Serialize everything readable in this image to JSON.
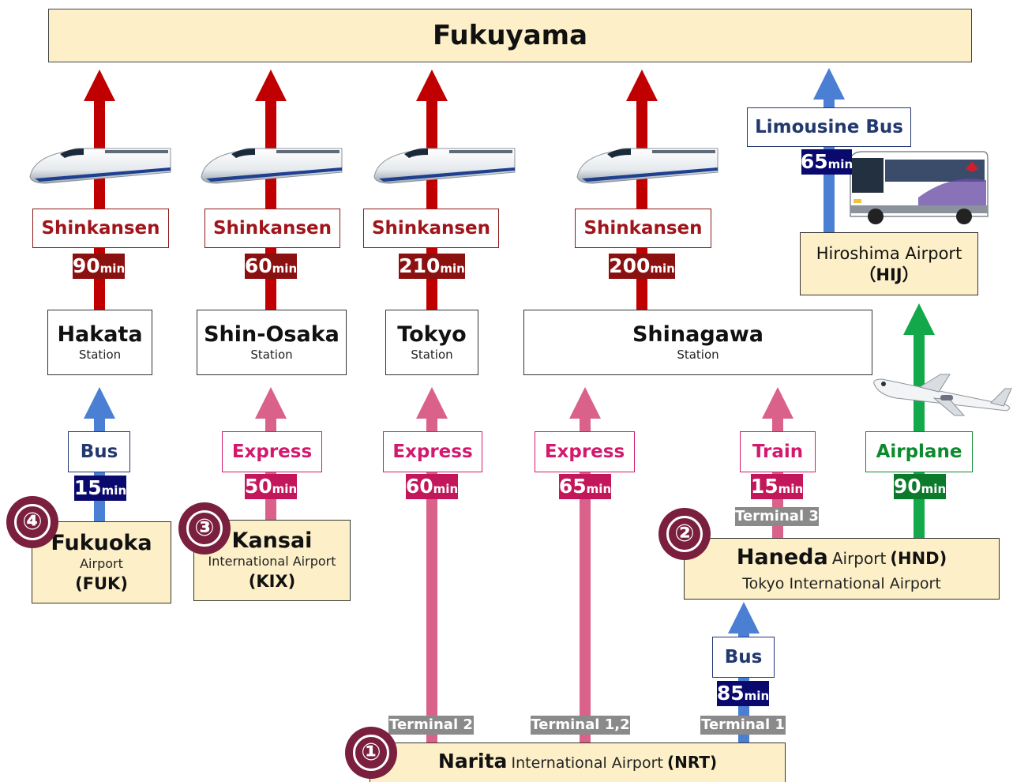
{
  "destination": "Fukuyama",
  "shinkansen_routes": [
    {
      "label": "Shinkansen",
      "time": "90",
      "unit": "min",
      "station": "Hakata",
      "station_sub": "Station"
    },
    {
      "label": "Shinkansen",
      "time": "60",
      "unit": "min",
      "station": "Shin-Osaka",
      "station_sub": "Station"
    },
    {
      "label": "Shinkansen",
      "time": "210",
      "unit": "min",
      "station": "Tokyo",
      "station_sub": "Station"
    },
    {
      "label": "Shinkansen",
      "time": "200",
      "unit": "min",
      "station": "Shinagawa",
      "station_sub": "Station"
    }
  ],
  "limousine": {
    "label": "Limousine Bus",
    "time": "65",
    "unit": "min"
  },
  "hiroshima": {
    "name": "Hiroshima Airport",
    "code": "（HIJ）"
  },
  "connections": [
    {
      "label": "Bus",
      "time": "15",
      "unit": "min"
    },
    {
      "label": "Express",
      "time": "50",
      "unit": "min"
    },
    {
      "label": "Express",
      "time": "60",
      "unit": "min"
    },
    {
      "label": "Express",
      "time": "65",
      "unit": "min"
    },
    {
      "label": "Train",
      "time": "15",
      "unit": "min"
    },
    {
      "label": "Airplane",
      "time": "90",
      "unit": "min"
    },
    {
      "label": "Bus",
      "time": "85",
      "unit": "min"
    }
  ],
  "terminals": {
    "haneda_train": "Terminal 3",
    "narita_t2": "Terminal 2",
    "narita_t12": "Terminal 1,2",
    "narita_t1": "Terminal 1"
  },
  "airports": {
    "fukuoka": {
      "num": "④",
      "name": "Fukuoka",
      "sub": "Airport",
      "code": "(FUK)"
    },
    "kansai": {
      "num": "③",
      "name": "Kansai",
      "sub": "International Airport",
      "code": "(KIX)"
    },
    "haneda": {
      "num": "②",
      "name": "Haneda",
      "sub1": "Airport",
      "code": "(HND)",
      "sub2": "Tokyo International Airport"
    },
    "narita": {
      "num": "①",
      "name": "Narita",
      "sub": "International Airport",
      "code": "(NRT)"
    }
  },
  "colors": {
    "shinkansen": "#c00000",
    "express": "#d9618a",
    "bus": "#4a7fd4",
    "airplane": "#13a84a",
    "box_fill": "#fdf0c8"
  },
  "icons": [
    "shinkansen-train-icon",
    "bus-icon",
    "airplane-icon"
  ]
}
